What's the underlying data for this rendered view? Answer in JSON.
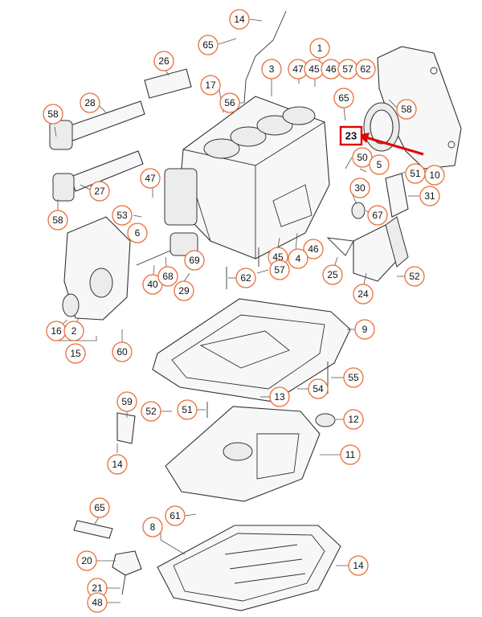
{
  "callouts": {
    "c14a": "14",
    "c65a": "65",
    "c1": "1",
    "c26": "26",
    "c3": "3",
    "c47a": "47",
    "c45a": "45",
    "c46a": "46",
    "c57a": "57",
    "c62a": "62",
    "c17": "17",
    "c56": "56",
    "c28": "28",
    "c58a": "58",
    "c58b": "58",
    "c65b": "65",
    "c50": "50",
    "c5": "5",
    "c51a": "51",
    "c10": "10",
    "c47b": "47",
    "c27": "27",
    "c30": "30",
    "c31": "31",
    "c58c": "58",
    "c53": "53",
    "c6": "6",
    "c67": "67",
    "c69": "69",
    "c46b": "46",
    "c45b": "45",
    "c4": "4",
    "c57b": "57",
    "c62b": "62",
    "c25": "25",
    "c52a": "52",
    "c40": "40",
    "c68": "68",
    "c29": "29",
    "c24": "24",
    "c16": "16",
    "c2": "2",
    "c15": "15",
    "c60": "60",
    "c9": "9",
    "c55": "55",
    "c54": "54",
    "c13": "13",
    "c59": "59",
    "c52b": "52",
    "c51b": "51",
    "c12": "12",
    "c11": "11",
    "c14b": "14",
    "c65c": "65",
    "c61": "61",
    "c8": "8",
    "c20": "20",
    "c21": "21",
    "c48": "48",
    "c14c": "14"
  },
  "highlight": {
    "label": "23",
    "color": "#e00000"
  },
  "colors": {
    "callout_ring": "#e8703a",
    "arrow": "#e00000",
    "line": "#333333"
  }
}
